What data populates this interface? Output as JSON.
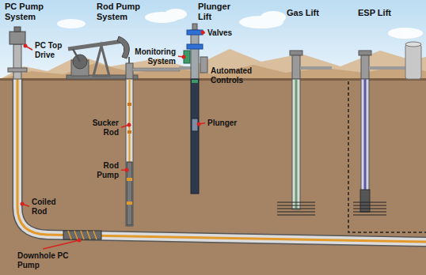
{
  "diagram": {
    "labels": [
      "PC Pump System",
      "Rod Pump System",
      "Plunger Lift",
      "Gas Lift",
      "ESP Lift",
      "PC Top Drive",
      "Valves",
      "Monitoring System",
      "Automated Controls",
      "Plunger",
      "Sucker Rod",
      "Rod Pump",
      "Coiled Rod",
      "Downhole PC Pump"
    ]
  }
}
